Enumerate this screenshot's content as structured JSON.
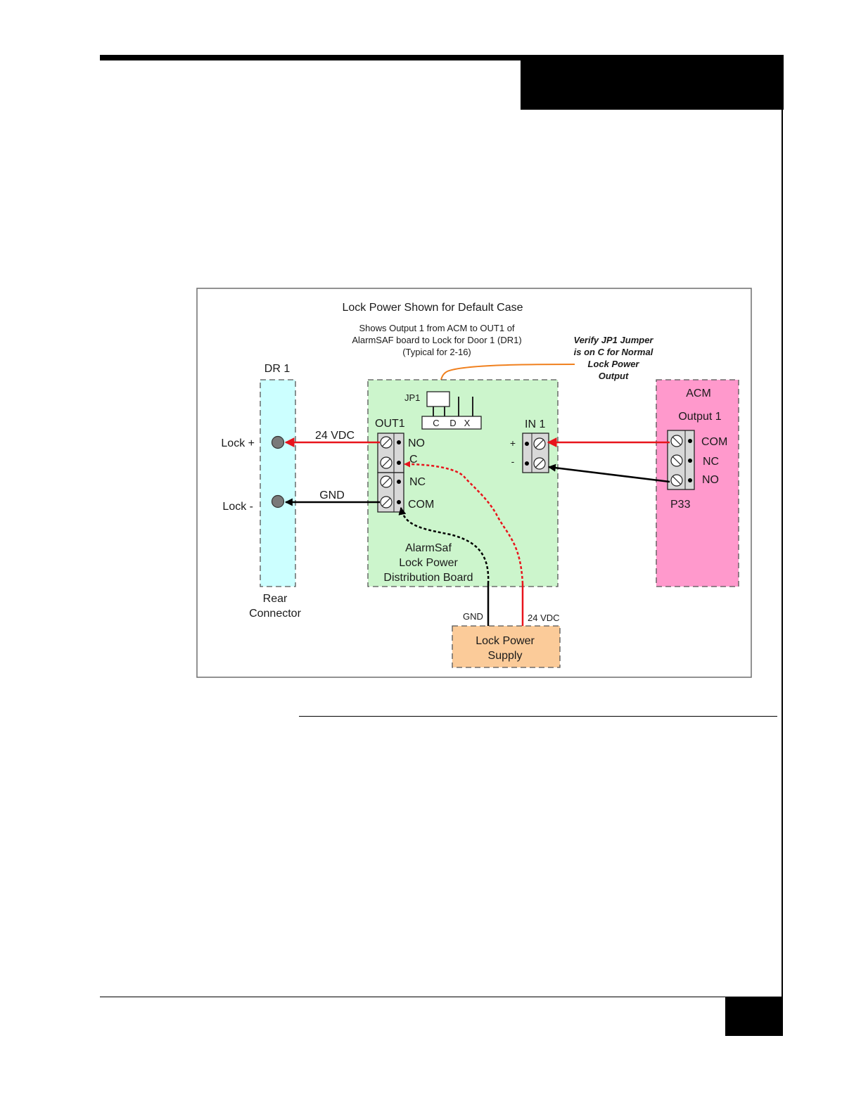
{
  "colors": {
    "signal_red": "#e8141c",
    "jumper_orange": "#f0801e",
    "board_green": "#ccf5cc",
    "connector_cyan": "#ccffff",
    "acm_pink": "#ff99cc",
    "supply_peach": "#fbcb99"
  },
  "diagram": {
    "title": "Lock Power Shown for Default Case",
    "subtitle": {
      "line1": "Shows Output 1 from ACM to OUT1 of",
      "line2": "AlarmSAF board to Lock for Door 1 (DR1)",
      "line3": "(Typical for 2-16)"
    },
    "note": {
      "line1": "Verify JP1 Jumper",
      "line2": "is on C for Normal",
      "line3": "Lock Power",
      "line4": "Output"
    },
    "dr1": {
      "title": "DR 1",
      "lock_plus": "Lock +",
      "lock_minus": "Lock -",
      "footer_line1": "Rear",
      "footer_line2": "Connector"
    },
    "board": {
      "jp1_label": "JP1",
      "jp1_pins": {
        "c": "C",
        "d": "D",
        "x": "X"
      },
      "out1_label": "OUT1",
      "out1_terminals": {
        "no": "NO",
        "c": "C",
        "nc": "NC",
        "com": "COM"
      },
      "in1_label": "IN 1",
      "in1_plus": "+",
      "in1_minus": "-",
      "name_line1": "AlarmSaf",
      "name_line2": "Lock Power",
      "name_line3": "Distribution Board"
    },
    "acm": {
      "title": "ACM",
      "subtitle": "Output 1",
      "terminals": {
        "com": "COM",
        "nc": "NC",
        "no": "NO"
      },
      "connector_label": "P33"
    },
    "supply": {
      "line1": "Lock Power",
      "line2": "Supply",
      "gnd_label": "GND",
      "vdc_label": "24 VDC"
    },
    "wires": {
      "lock_plus_label": "24 VDC",
      "lock_minus_label": "GND"
    }
  }
}
